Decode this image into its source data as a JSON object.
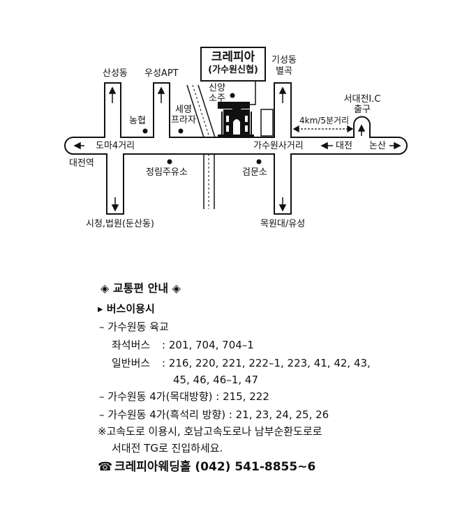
{
  "map": {
    "venue_name": "크레피아",
    "venue_sub": "(가수원신협)",
    "labels": {
      "sanseong": "산성동",
      "useong_apt": "우성APT",
      "nonghyup": "농협",
      "seyoung_1": "세영",
      "seyoung_2": "프라자",
      "shinyang_1": "신양",
      "shinyang_2": "소주",
      "giseong_1": "기성동",
      "giseong_2": "별곡",
      "seodaejeon_ic_1": "서대전I.C",
      "seodaejeon_ic_2": "출구",
      "distance": "4km/5분거리",
      "doma": "도마4거리",
      "daejeon_station": "대전역",
      "jeongrim": "정림주유소",
      "gasuwon_intersection": "가수원사거리",
      "daejeon": "대전",
      "nonsan": "논산",
      "geommun": "검문소",
      "city_hall": "시청,법원(둔산동)",
      "mokwon": "목원대/유성"
    }
  },
  "info": {
    "title": "◈ 교통편 안내 ◈",
    "bus_header": "▸ 버스이용시",
    "line1": "– 가수원동 육교",
    "line2_label": "좌석버스",
    "line2_value": ": 201, 704, 704–1",
    "line3_label": "일반버스",
    "line3_value": ": 216, 220, 221, 222–1, 223, 41, 42, 43,",
    "line3_cont": "45, 46, 46–1, 47",
    "line4": "– 가수원동 4가(목대방향) : 215, 222",
    "line5": "– 가수원동 4가(흑석리 방향) : 21, 23, 24, 25, 26",
    "note1": "※고속도로 이용시, 호남고속도로나 남부순환도로로",
    "note2": "서대전 TG로 진입하세요.",
    "phone_icon": "☎",
    "contact": "크레피아웨딩홀 (042) 541-8855~6"
  }
}
